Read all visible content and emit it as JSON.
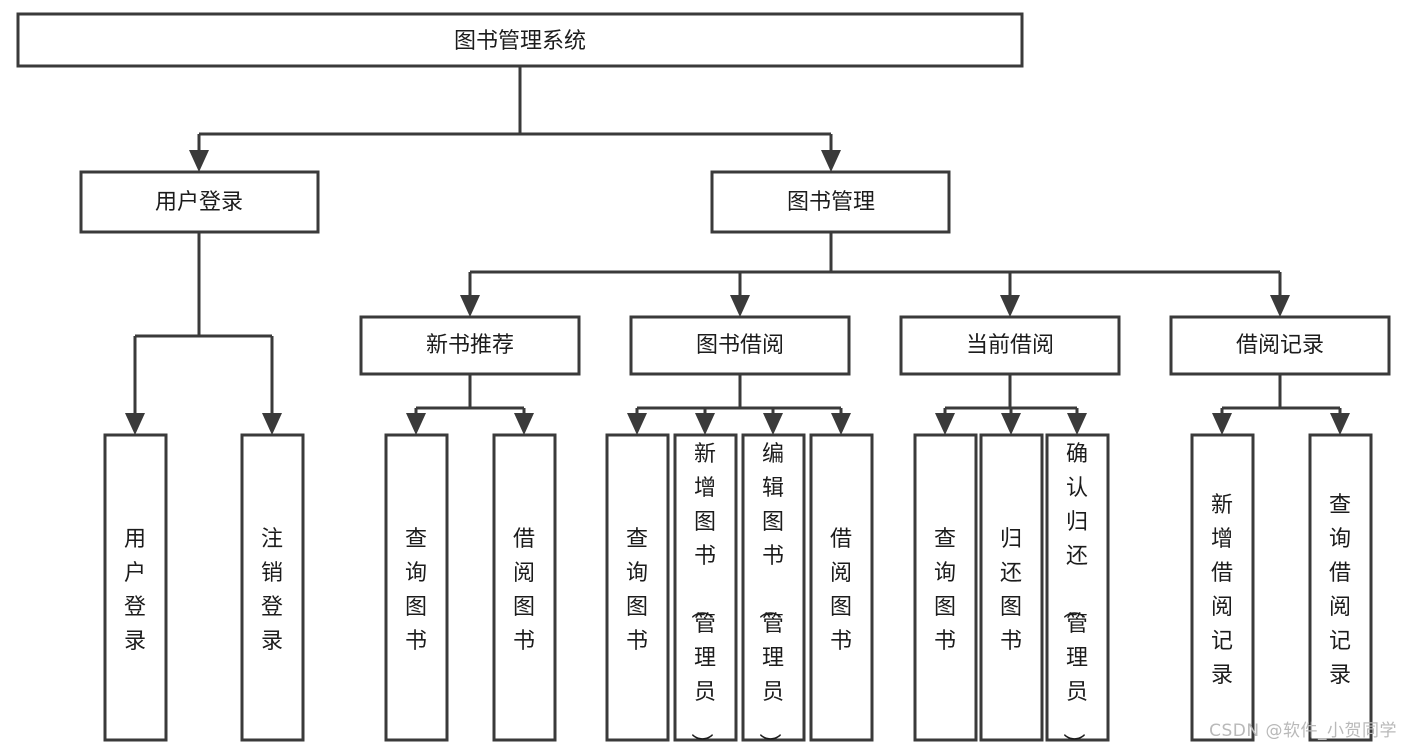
{
  "diagram": {
    "title": "图书管理系统",
    "type": "tree-hierarchy",
    "background_color": "#ffffff",
    "box_stroke_color": "#3a3a3a",
    "text_color": "#1c1c1c",
    "connector_color": "#3a3a3a"
  },
  "root": {
    "label": "图书管理系统",
    "orientation": "horizontal"
  },
  "level2": [
    {
      "label": "用户登录",
      "orientation": "horizontal"
    },
    {
      "label": "图书管理",
      "orientation": "horizontal"
    }
  ],
  "level3": [
    {
      "label": "新书推荐",
      "orientation": "horizontal"
    },
    {
      "label": "图书借阅",
      "orientation": "horizontal"
    },
    {
      "label": "当前借阅",
      "orientation": "horizontal"
    },
    {
      "label": "借阅记录",
      "orientation": "horizontal"
    }
  ],
  "leaves": {
    "user_login": [
      {
        "label": "用户登录",
        "orientation": "vertical"
      },
      {
        "label": "注销登录",
        "orientation": "vertical"
      }
    ],
    "new_book_recommend": [
      {
        "label": "查询图书",
        "orientation": "vertical"
      },
      {
        "label": "借阅图书",
        "orientation": "vertical"
      }
    ],
    "book_borrow": [
      {
        "label": "查询图书",
        "orientation": "vertical"
      },
      {
        "label": "新增图书（管理员）",
        "orientation": "vertical"
      },
      {
        "label": "编辑图书（管理员）",
        "orientation": "vertical"
      },
      {
        "label": "借阅图书",
        "orientation": "vertical"
      }
    ],
    "current_borrow": [
      {
        "label": "查询图书",
        "orientation": "vertical"
      },
      {
        "label": "归还图书",
        "orientation": "vertical"
      },
      {
        "label": "确认归还（管理员）",
        "orientation": "vertical"
      }
    ],
    "borrow_record": [
      {
        "label": "新增借阅记录",
        "orientation": "vertical"
      },
      {
        "label": "查询借阅记录",
        "orientation": "vertical"
      }
    ]
  },
  "watermark": {
    "text": "CSDN @软件_小贺同学",
    "color": "#b9b9b9"
  }
}
